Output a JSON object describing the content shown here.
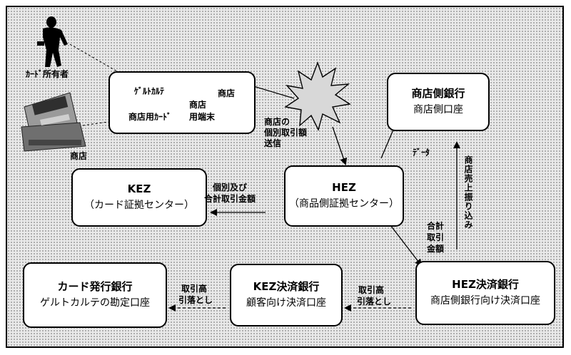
{
  "people": {
    "cardholder_label": "ｶｰﾄﾞ所有者",
    "shop_label": "商店"
  },
  "terminal": {
    "geldkarte": "ｹﾞﾙﾄｶﾙﾃ",
    "shop_card": "商店用ｶｰﾄﾞ",
    "terminal_line1": "商店",
    "terminal_line2": "用端末",
    "shop": "商店"
  },
  "burst_label": [
    "商店の",
    "個別取引額",
    "送信"
  ],
  "shop_bank": {
    "title": "商店側銀行",
    "subtitle": "商店側口座"
  },
  "data_label": "ﾃﾞｰﾀ",
  "kez": {
    "title": "KEZ",
    "subtitle": "（カード証拠センター）"
  },
  "hez": {
    "title": "HEZ",
    "subtitle": "（商品側証拠センター）"
  },
  "kez_hez_label": [
    "個別及び",
    "合計取引金額"
  ],
  "shop_sales_transfer": "商店売上振り込み",
  "total_amount_label": [
    "合計",
    "取引",
    "金額"
  ],
  "hez_bank": {
    "title": "HEZ決済銀行",
    "subtitle": "商店側銀行向け決済口座"
  },
  "kez_bank": {
    "title": "KEZ決済銀行",
    "subtitle": "顧客向け決済口座"
  },
  "card_bank": {
    "title": "カード発行銀行",
    "subtitle": "ゲルトカルテの勘定口座"
  },
  "debit_label_1": [
    "取引高",
    "引落とし"
  ],
  "debit_label_2": [
    "取引高",
    "引落とし"
  ]
}
